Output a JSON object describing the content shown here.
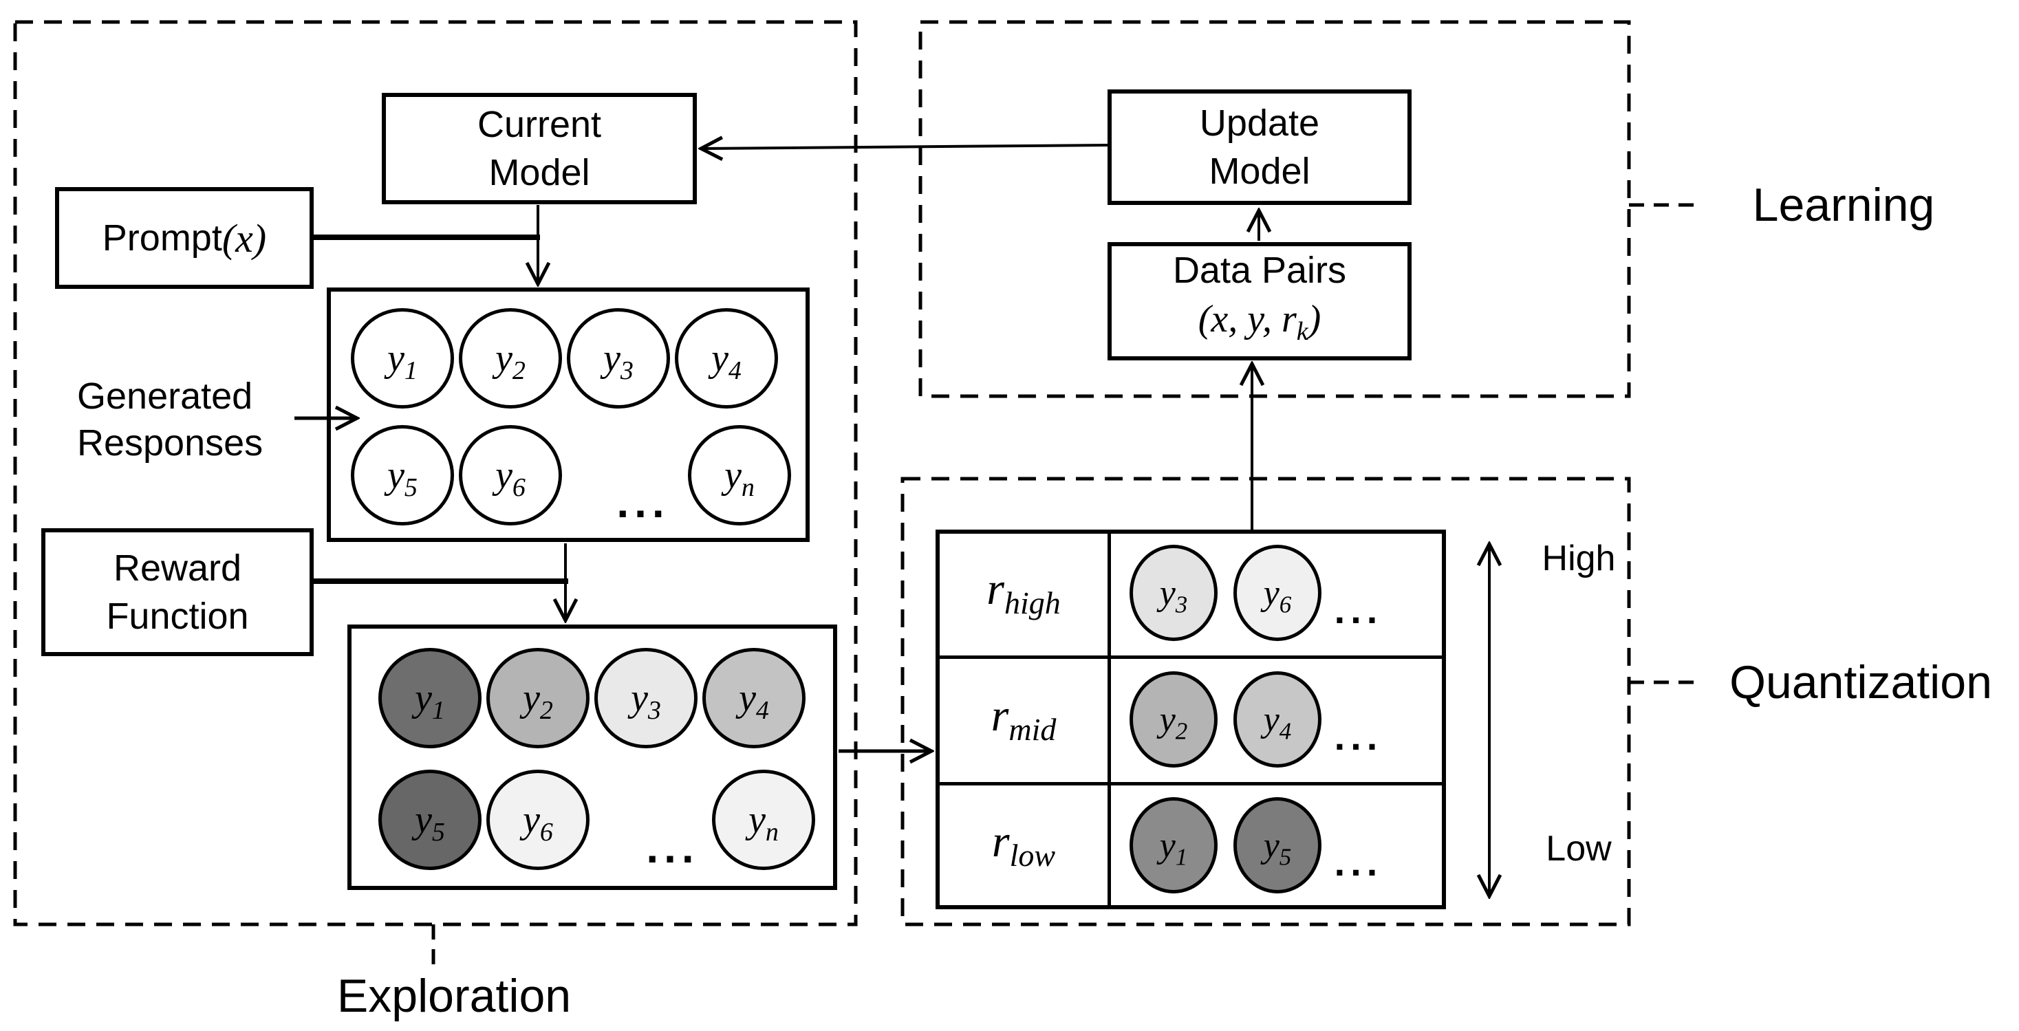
{
  "diagram": {
    "sections": {
      "exploration": {
        "label": "Exploration"
      },
      "learning": {
        "label": "Learning"
      },
      "quantization": {
        "label": "Quantization"
      }
    },
    "nodes": {
      "current_model": {
        "line1": "Current",
        "line2": "Model"
      },
      "update_model": {
        "line1": "Update",
        "line2": "Model"
      },
      "data_pairs": {
        "title": "Data Pairs",
        "formula_main": "(x, y, r",
        "formula_sub": "k",
        "formula_close": ")"
      },
      "prompt": {
        "label": "Prompt ",
        "math": "(x)"
      },
      "reward_function": {
        "line1": "Reward",
        "line2": "Function"
      },
      "generated_responses": {
        "line1": "Generated",
        "line2": "Responses"
      }
    },
    "generated_box": {
      "row1": [
        {
          "base": "y",
          "sub": "1",
          "fill": "#ffffff"
        },
        {
          "base": "y",
          "sub": "2",
          "fill": "#ffffff"
        },
        {
          "base": "y",
          "sub": "3",
          "fill": "#ffffff"
        },
        {
          "base": "y",
          "sub": "4",
          "fill": "#ffffff"
        }
      ],
      "row2": [
        {
          "base": "y",
          "sub": "5",
          "fill": "#ffffff"
        },
        {
          "base": "y",
          "sub": "6",
          "fill": "#ffffff"
        },
        {
          "base": "y",
          "sub": "n",
          "fill": "#ffffff"
        }
      ],
      "dots": "..."
    },
    "scored_box": {
      "row1": [
        {
          "base": "y",
          "sub": "1",
          "fill": "#6e6e6e"
        },
        {
          "base": "y",
          "sub": "2",
          "fill": "#b4b4b4"
        },
        {
          "base": "y",
          "sub": "3",
          "fill": "#e9e9e9"
        },
        {
          "base": "y",
          "sub": "4",
          "fill": "#c3c3c3"
        }
      ],
      "row2": [
        {
          "base": "y",
          "sub": "5",
          "fill": "#676767"
        },
        {
          "base": "y",
          "sub": "6",
          "fill": "#f2f2f2"
        },
        {
          "base": "y",
          "sub": "n",
          "fill": "#f2f2f2"
        }
      ],
      "dots": "..."
    },
    "quantization_table": {
      "rows": [
        {
          "label_base": "r",
          "label_sub": "high",
          "circles": [
            {
              "base": "y",
              "sub": "3",
              "fill": "#e3e3e3"
            },
            {
              "base": "y",
              "sub": "6",
              "fill": "#f0f0f0"
            }
          ],
          "dots": "..."
        },
        {
          "label_base": "r",
          "label_sub": "mid",
          "circles": [
            {
              "base": "y",
              "sub": "2",
              "fill": "#b4b4b4"
            },
            {
              "base": "y",
              "sub": "4",
              "fill": "#c7c7c7"
            }
          ],
          "dots": "..."
        },
        {
          "label_base": "r",
          "label_sub": "low",
          "circles": [
            {
              "base": "y",
              "sub": "1",
              "fill": "#8b8b8b"
            },
            {
              "base": "y",
              "sub": "5",
              "fill": "#7c7c7c"
            }
          ],
          "dots": "..."
        }
      ],
      "scale_top": "High",
      "scale_bottom": "Low"
    },
    "colors": {
      "stroke": "#000000",
      "background": "#ffffff"
    }
  }
}
